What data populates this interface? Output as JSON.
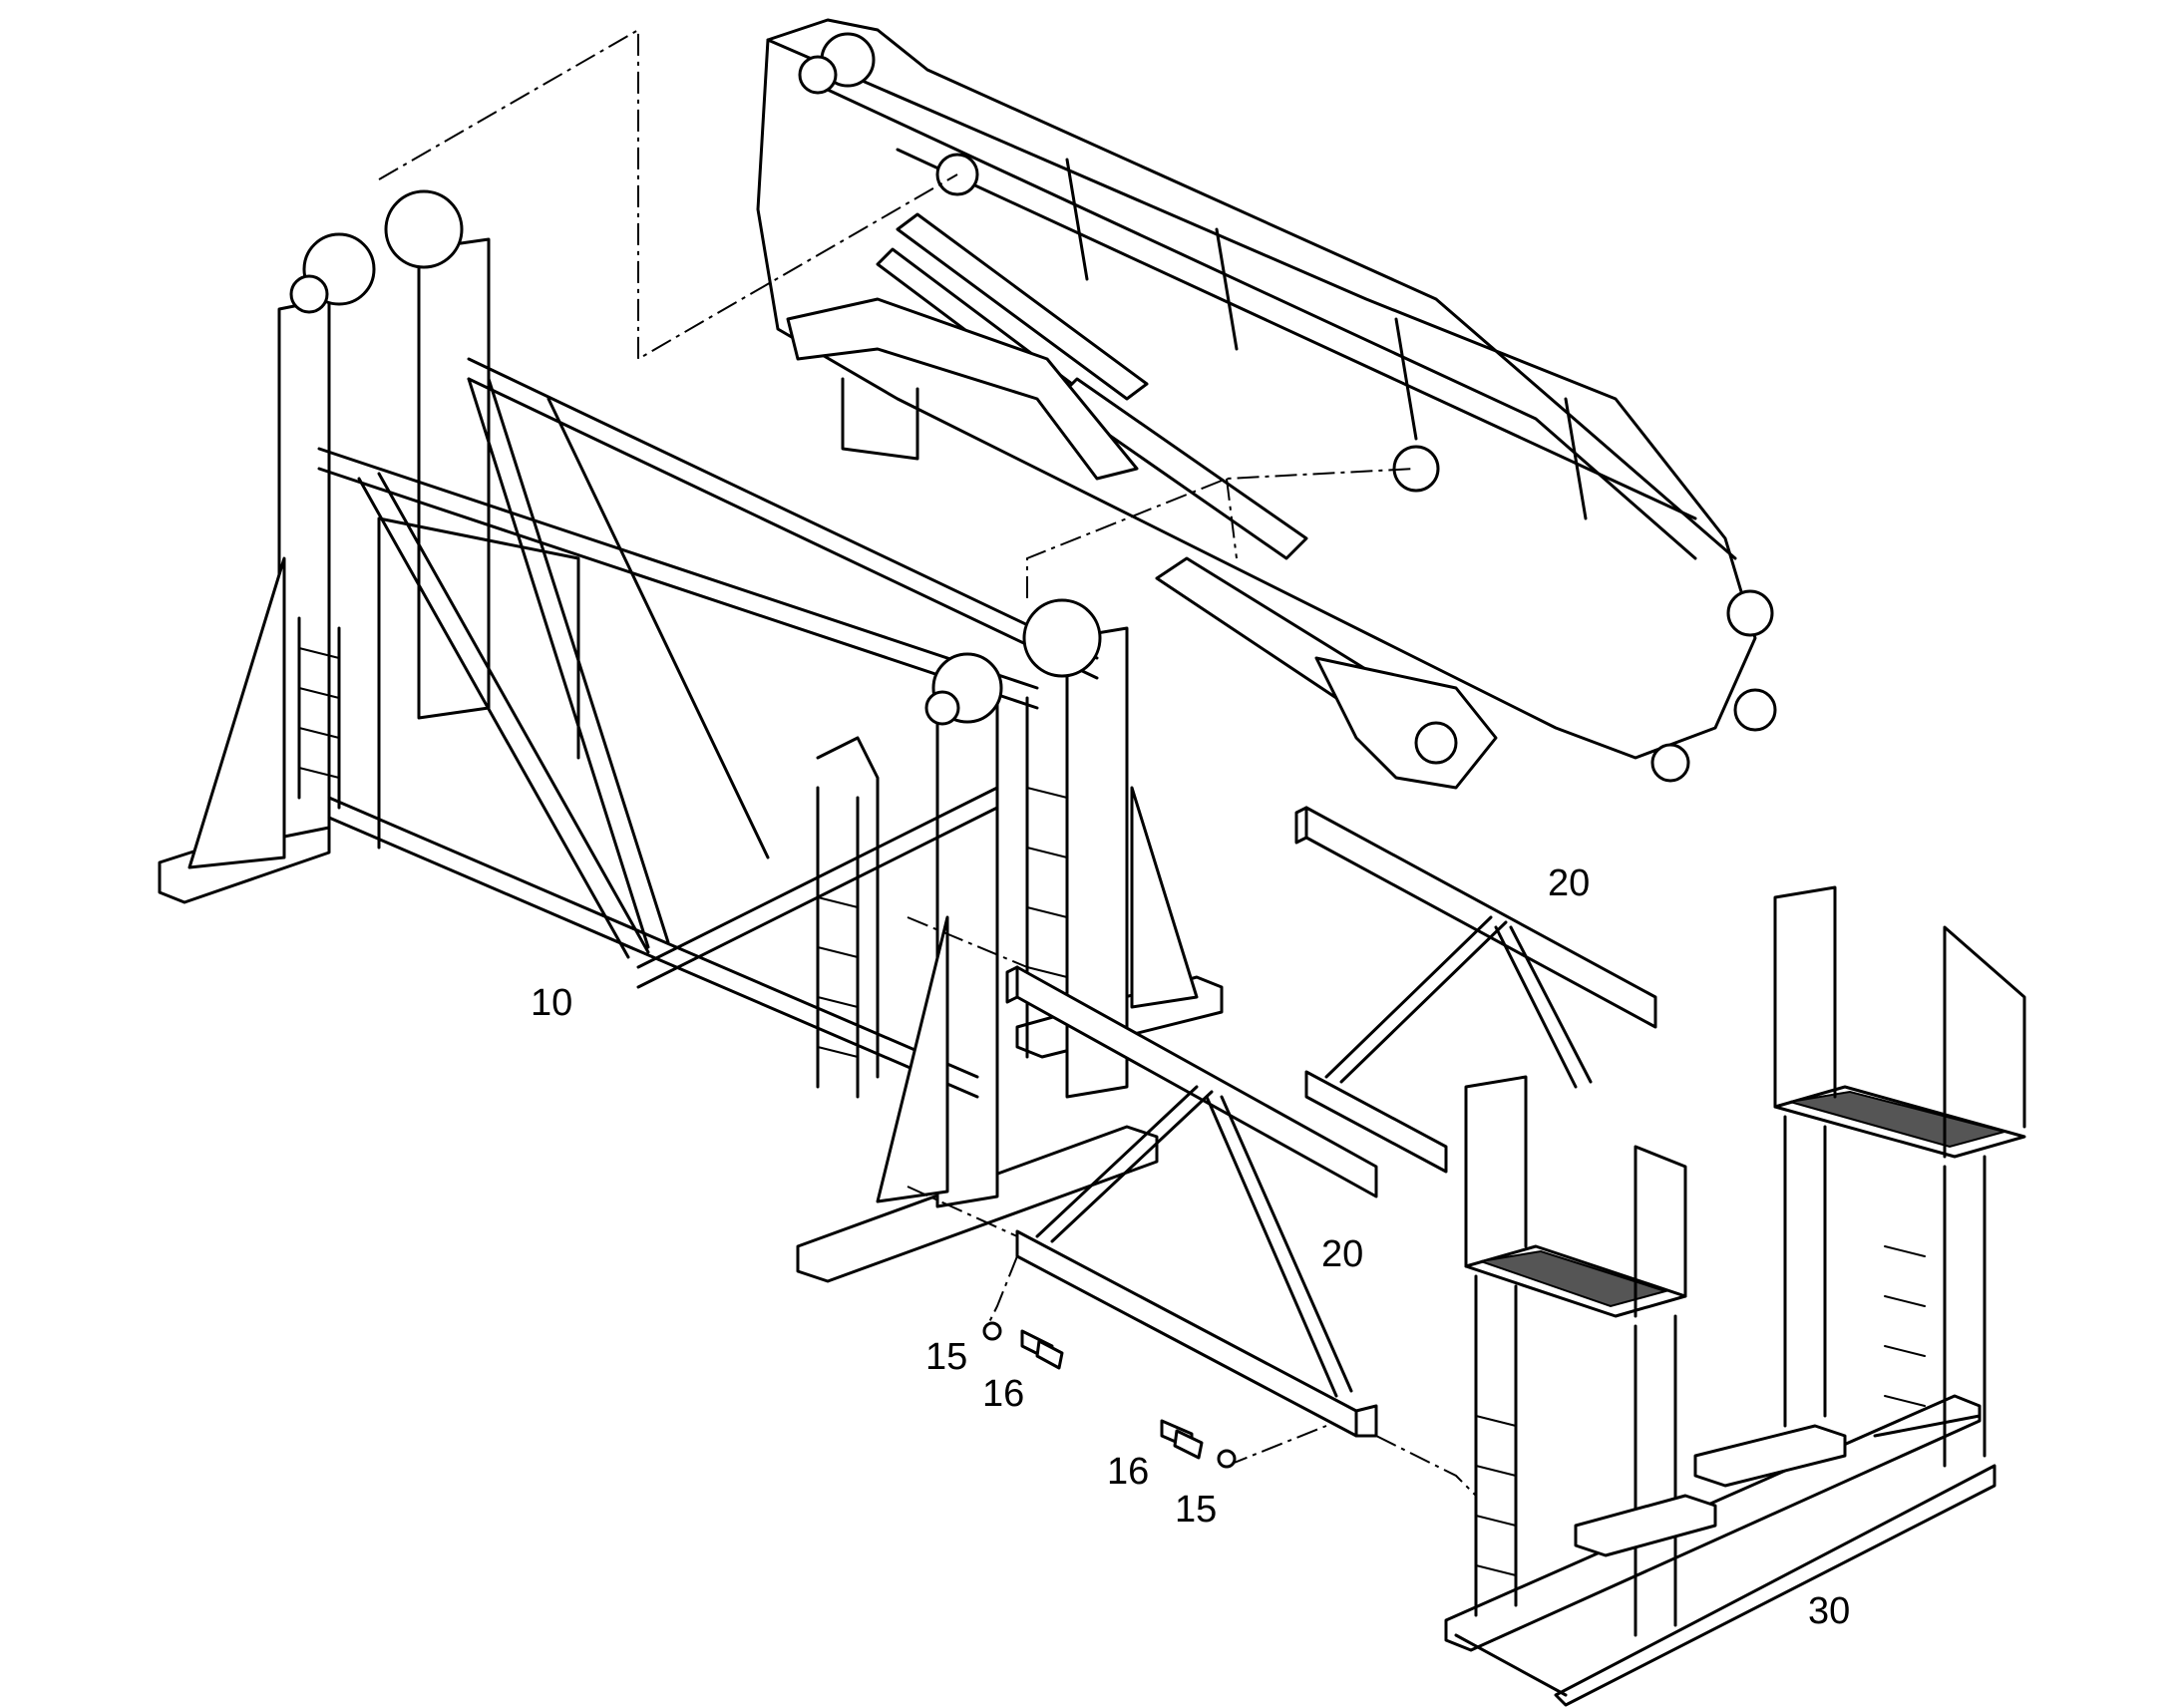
{
  "callouts": {
    "c10": "10",
    "c20a": "20",
    "c20b": "20",
    "c15a": "15",
    "c16a": "16",
    "c16b": "16",
    "c15b": "15",
    "c30": "30"
  },
  "colors": {
    "line": "#000000",
    "background": "#ffffff"
  }
}
